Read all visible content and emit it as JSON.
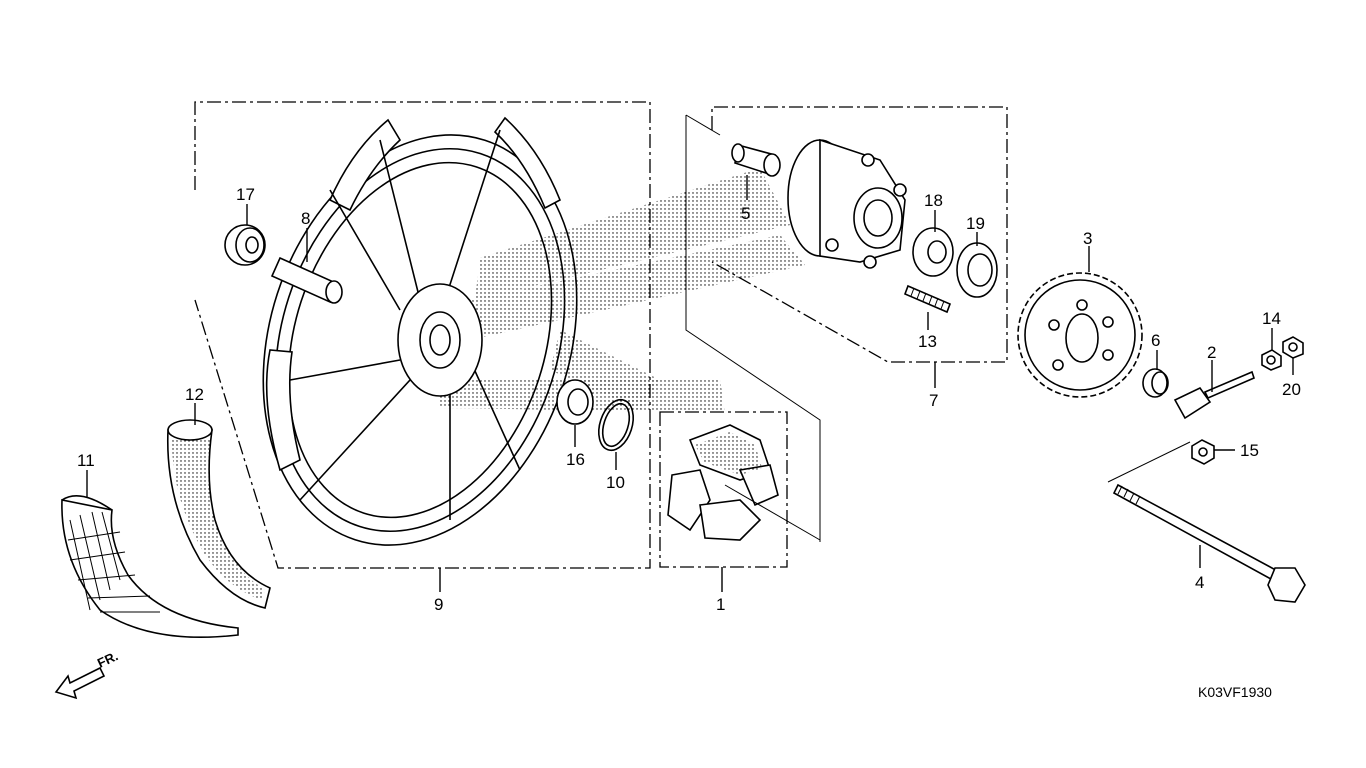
{
  "diagram": {
    "drawing_code": "K03VF1930",
    "front_marker": "FR.",
    "callouts": [
      {
        "id": "c1",
        "label": "1"
      },
      {
        "id": "c2",
        "label": "2"
      },
      {
        "id": "c3",
        "label": "3"
      },
      {
        "id": "c4",
        "label": "4"
      },
      {
        "id": "c5",
        "label": "5"
      },
      {
        "id": "c6",
        "label": "6"
      },
      {
        "id": "c7",
        "label": "7"
      },
      {
        "id": "c8",
        "label": "8"
      },
      {
        "id": "c9",
        "label": "9"
      },
      {
        "id": "c10",
        "label": "10"
      },
      {
        "id": "c11",
        "label": "11"
      },
      {
        "id": "c12",
        "label": "12"
      },
      {
        "id": "c13",
        "label": "13"
      },
      {
        "id": "c14",
        "label": "14"
      },
      {
        "id": "c15",
        "label": "15"
      },
      {
        "id": "c16",
        "label": "16"
      },
      {
        "id": "c17",
        "label": "17"
      },
      {
        "id": "c18",
        "label": "18"
      },
      {
        "id": "c19",
        "label": "19"
      },
      {
        "id": "c20",
        "label": "20"
      }
    ]
  }
}
